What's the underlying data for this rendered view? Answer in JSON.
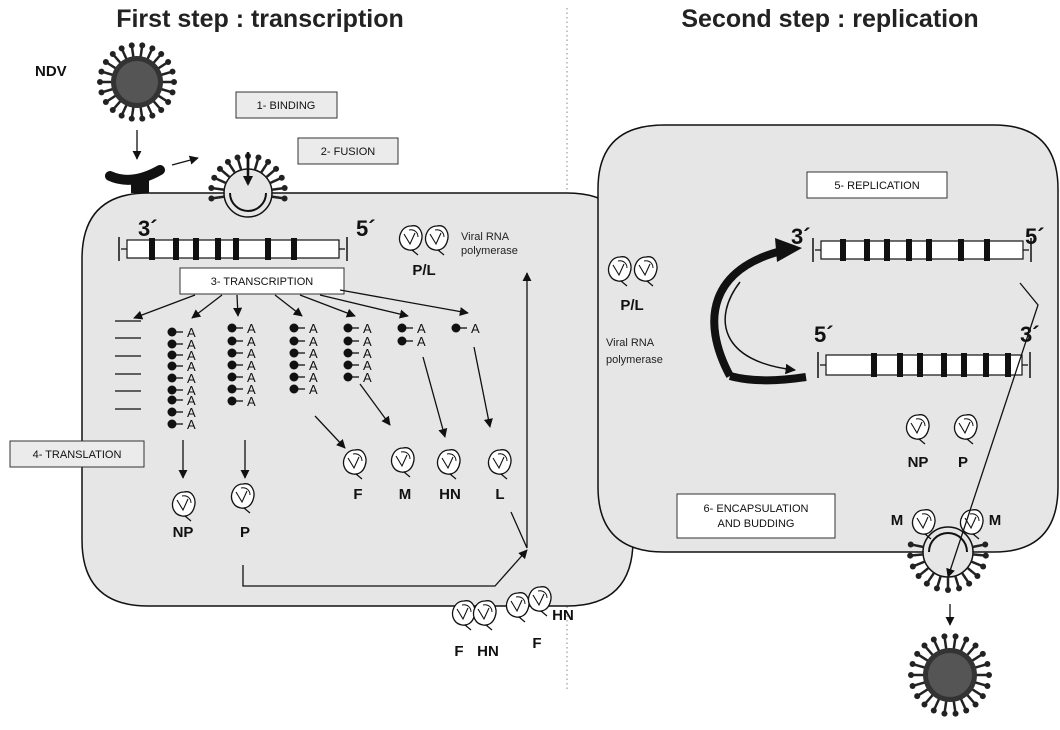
{
  "titles": {
    "left": "First step : transcription",
    "right": "Second step : replication"
  },
  "virus_label": "NDV",
  "steps": {
    "binding": "1- BINDING",
    "fusion": "2- FUSION",
    "transcription": "3- TRANSCRIPTION",
    "translation": "4- TRANSLATION",
    "replication": "5- REPLICATION",
    "encapsulation_line1": "6- ENCAPSULATION",
    "encapsulation_line2": "AND BUDDING"
  },
  "genome_ends": {
    "three": "3´",
    "five": "5´"
  },
  "polymerase": {
    "line1": "Viral RNA",
    "line2": "polymerase",
    "label": "P/L"
  },
  "mrna_tail": "A",
  "proteins": {
    "np": "NP",
    "p": "P",
    "f": "F",
    "m": "M",
    "hn": "HN",
    "l": "L"
  },
  "colors": {
    "cell_fill": "#e6e6e6",
    "virus_core": "#555555",
    "virus_spike": "#222222",
    "divider": "#888888"
  },
  "icons": [
    "virus-icon",
    "receptor-icon",
    "protein-icon",
    "arrow-icon"
  ]
}
